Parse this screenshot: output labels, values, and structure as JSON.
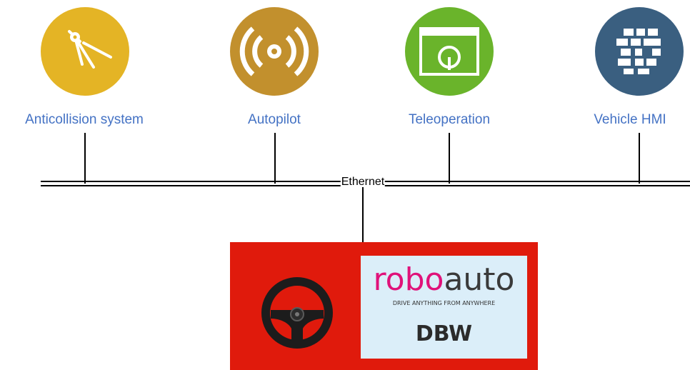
{
  "nodes": [
    {
      "label": "Anticollision system",
      "icon": "compass-icon",
      "color": "#e4b425"
    },
    {
      "label": "Autopilot",
      "icon": "broadcast-icon",
      "color": "#c2902d"
    },
    {
      "label": "Teleoperation",
      "icon": "dashboard-window-icon",
      "color": "#6ab42b"
    },
    {
      "label": "Vehicle HMI",
      "icon": "grid-blocks-icon",
      "color": "#3a5f80"
    }
  ],
  "bus": {
    "label": "Ethernet"
  },
  "dbw": {
    "box_color": "#e01a0c",
    "logo_robo": "robo",
    "logo_auto": "auto",
    "tagline": "DRIVE ANYTHING FROM ANYWHERE",
    "title": "DBW",
    "icon": "steering-wheel-icon"
  },
  "colors": {
    "label_text": "#4472c4"
  }
}
